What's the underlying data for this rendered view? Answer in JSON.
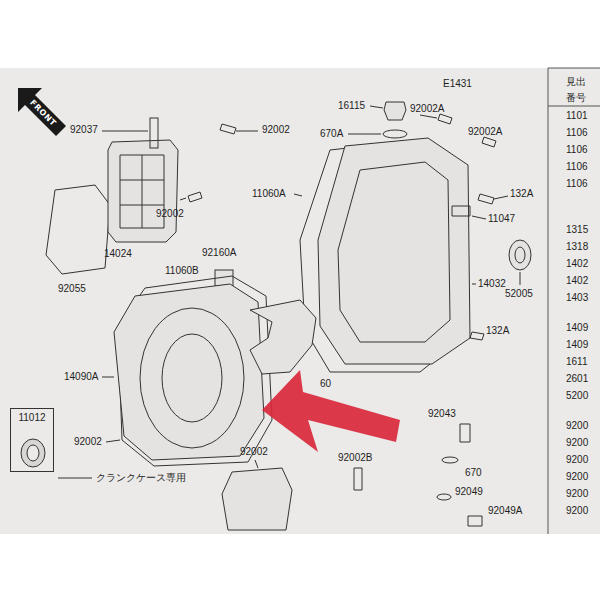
{
  "diagram": {
    "nodes": [
      {
        "text": [
          "FRONT"
        ]
      },
      {
        "text": [
          "11012"
        ]
      }
    ],
    "labels": [
      "E1431",
      "見出",
      "番号",
      "16115",
      "92002A",
      "92037",
      "92002",
      "670A",
      "92002A",
      "11060A",
      "132A",
      "92002",
      "11047",
      "14024",
      "92160A",
      "11060B",
      "14032",
      "92055",
      "52005",
      "132A",
      "14090A",
      "60",
      "92002",
      "92002",
      "92043",
      "92002B",
      "670",
      "クランクケース専用",
      "92049",
      "92049A",
      "1101",
      "1106",
      "1106",
      "1106",
      "1106",
      "1315",
      "1318",
      "1402",
      "1402",
      "1403",
      "1409",
      "1409",
      "1611",
      "2601",
      "5200",
      "9200",
      "9200",
      "9200",
      "9200",
      "9200",
      "9200"
    ]
  }
}
